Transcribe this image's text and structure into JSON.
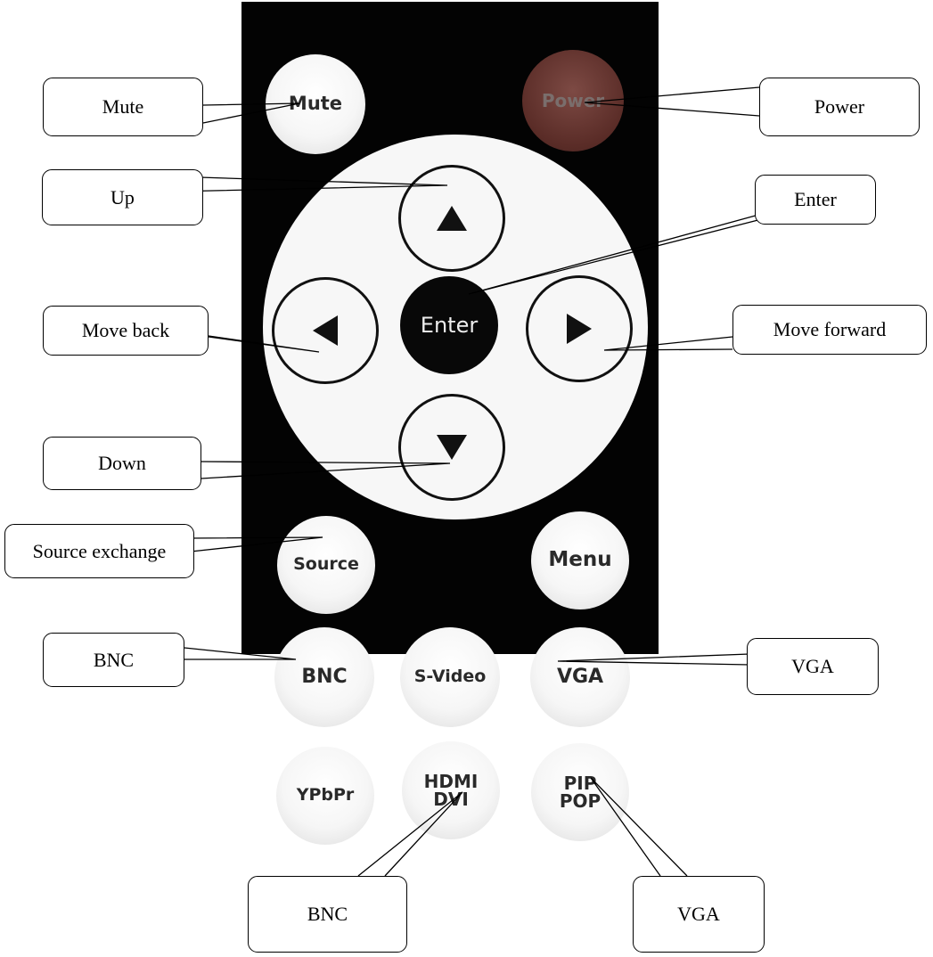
{
  "remote": {
    "buttons": {
      "mute": "Mute",
      "power": "Power",
      "enter": "Enter",
      "source": "Source",
      "menu": "Menu",
      "bnc": "BNC",
      "svideo": "S-Video",
      "vga": "VGA",
      "ypbpr": "YPbPr",
      "hdmi_dvi": "HDMI\nDVI",
      "pip_pop": "PIP\nPOP"
    },
    "arrows": [
      "up-arrow-icon",
      "down-arrow-icon",
      "left-arrow-icon",
      "right-arrow-icon"
    ],
    "colors": {
      "body": "#030303",
      "button": "#f7f7f7",
      "power_button": "#5a2c27",
      "enter_button": "#080808"
    }
  },
  "callouts": {
    "mute": "Mute",
    "power": "Power",
    "up": "Up",
    "enter": "Enter",
    "move_back": "Move back",
    "move_forward": "Move forward",
    "down": "Down",
    "source": "Source exchange",
    "bnc": "BNC",
    "vga": "VGA",
    "bottom_left": "BNC",
    "bottom_right": "VGA"
  }
}
